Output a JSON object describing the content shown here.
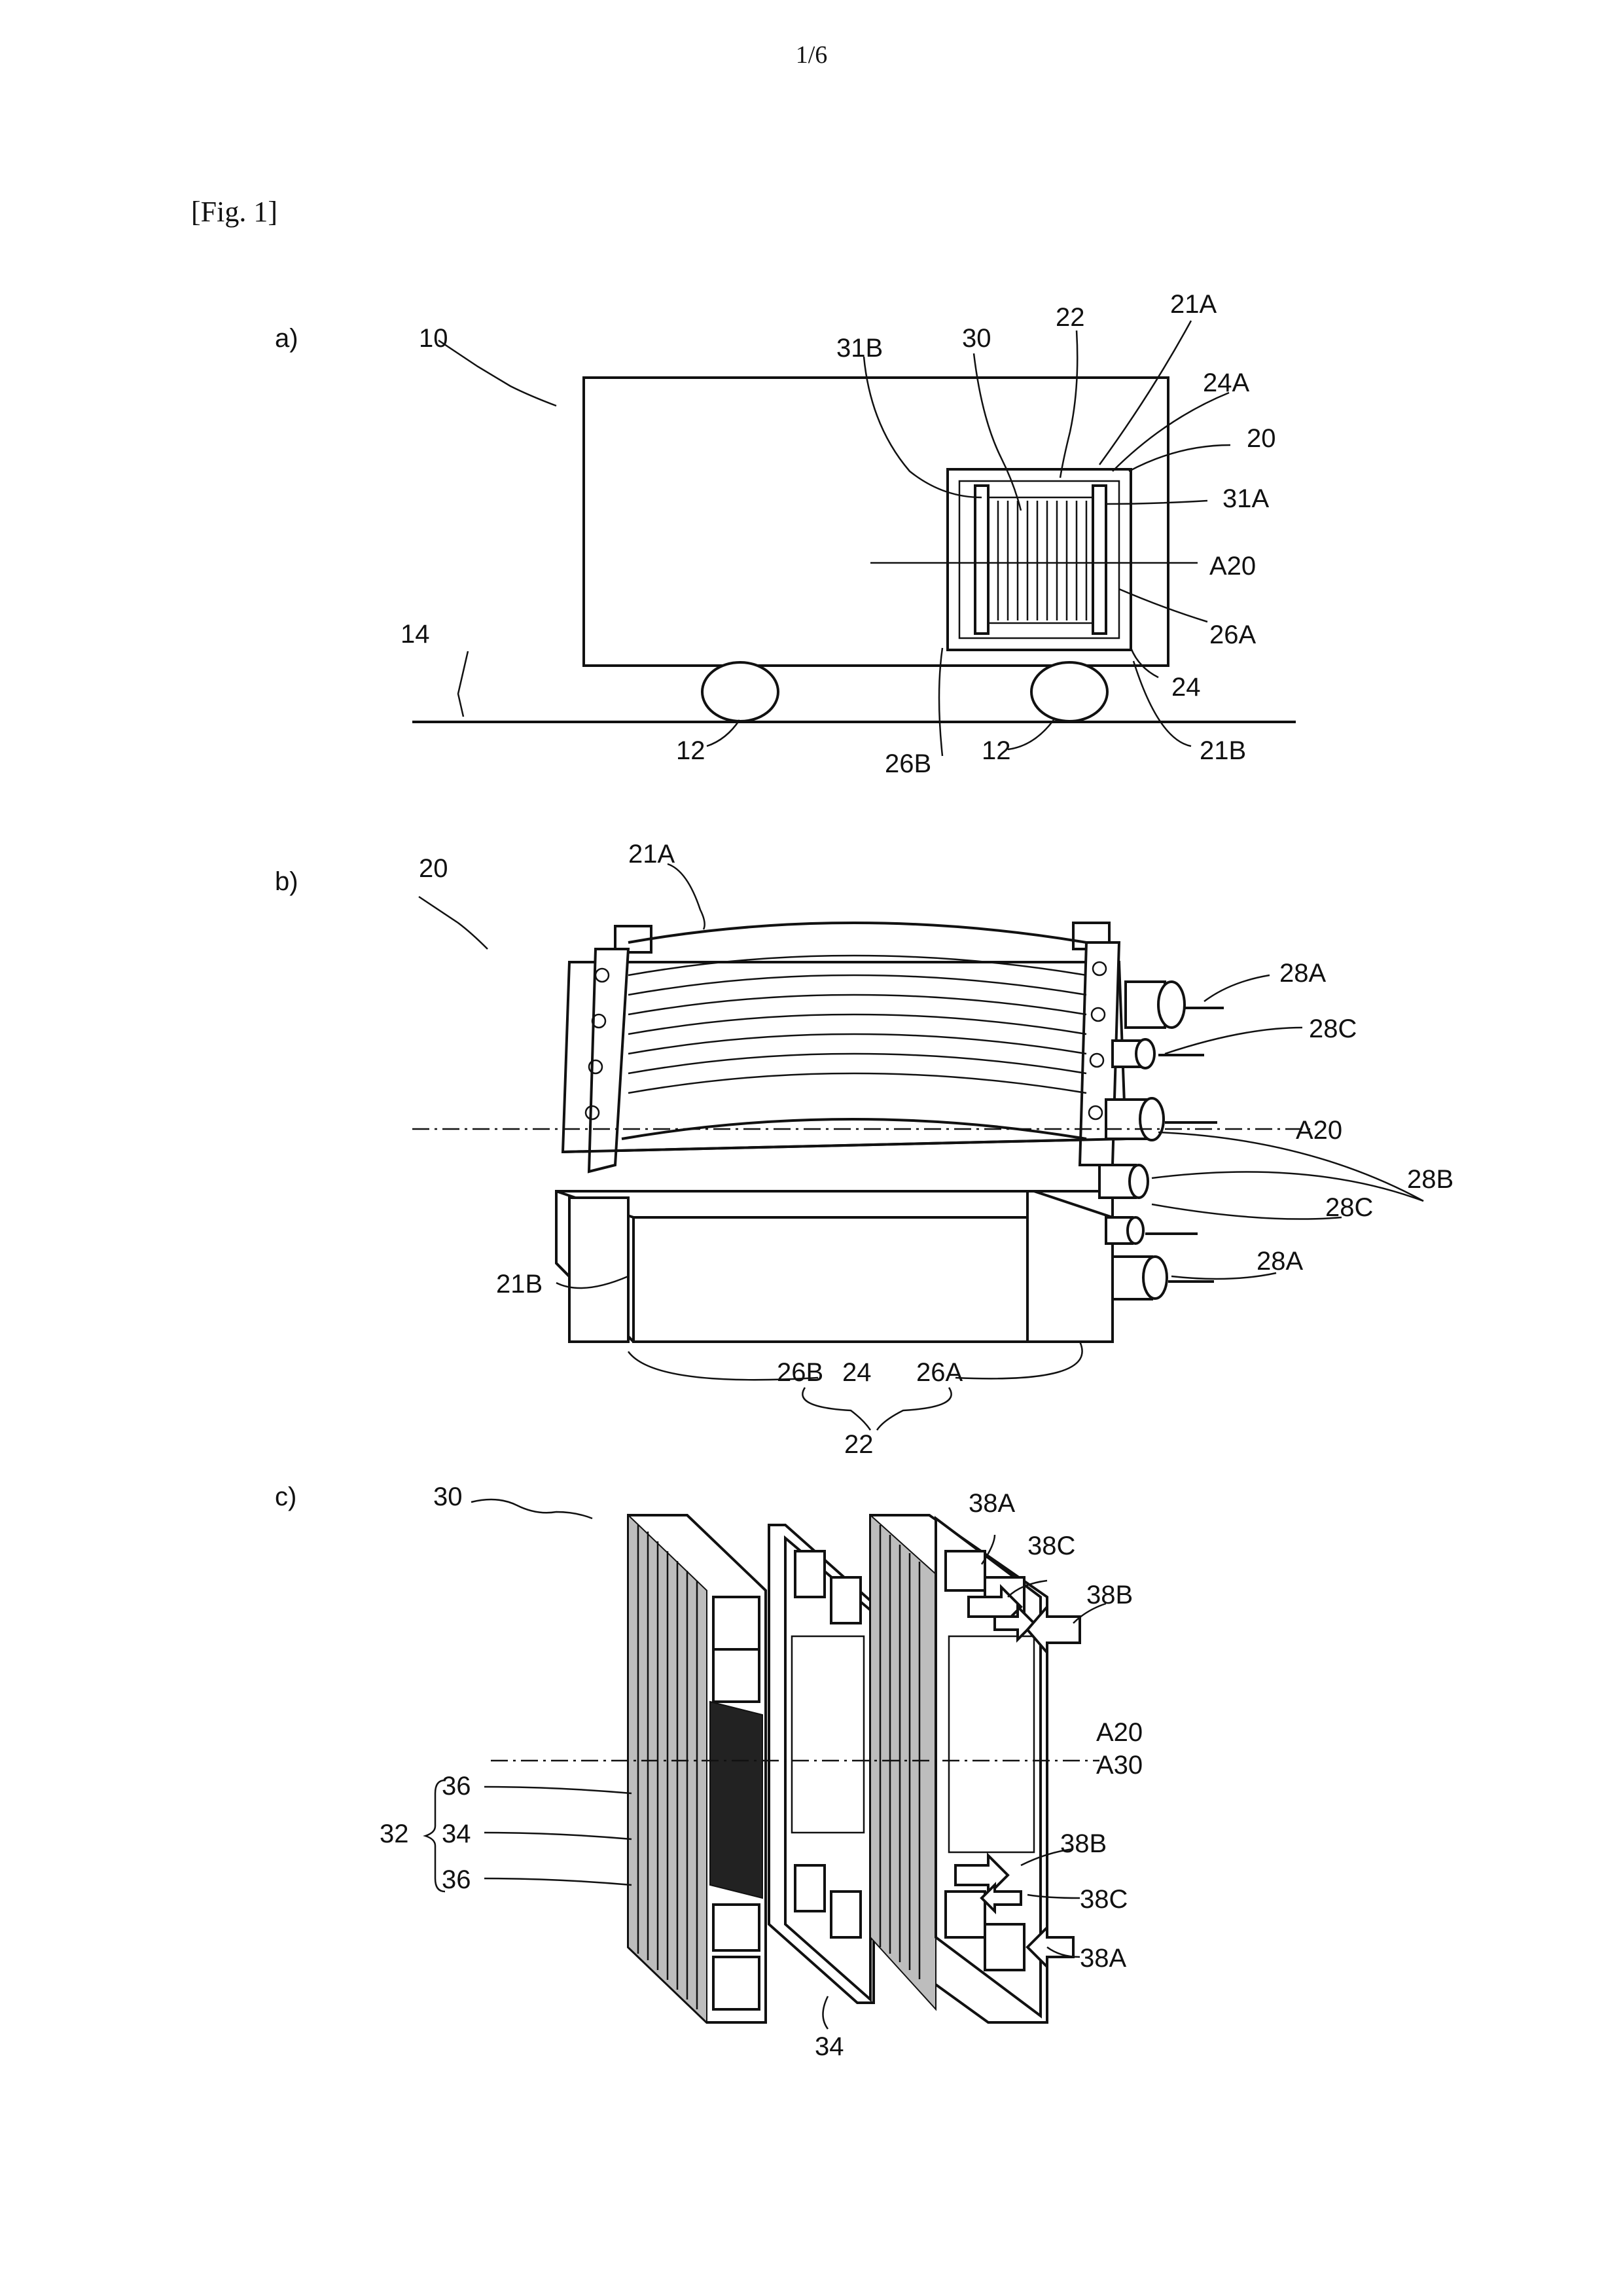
{
  "page": {
    "number": "1/6",
    "figure": "[Fig. 1]"
  },
  "panels": {
    "a": {
      "label": "a)",
      "refs": {
        "r10": "10",
        "r14": "14",
        "r12a": "12",
        "r12b": "12",
        "r31B": "31B",
        "r30": "30",
        "r22": "22",
        "r21A": "21A",
        "r24A": "24A",
        "r20": "20",
        "r31A": "31A",
        "rA20": "A20",
        "r26A": "26A",
        "r24": "24",
        "r21B": "21B",
        "r26B": "26B"
      }
    },
    "b": {
      "label": "b)",
      "refs": {
        "r20": "20",
        "r21A": "21A",
        "r28A_top": "28A",
        "r28C_top": "28C",
        "rA20": "A20",
        "r28B": "28B",
        "r28C_bot": "28C",
        "r28A_bot": "28A",
        "r21B": "21B",
        "r26B": "26B",
        "r24": "24",
        "r26A": "26A",
        "r22": "22"
      }
    },
    "c": {
      "label": "c)",
      "refs": {
        "r30": "30",
        "r38A_top": "38A",
        "r38C_top": "38C",
        "r38B_top": "38B",
        "rA20": "A20",
        "rA30": "A30",
        "r36_top": "36",
        "r32": "32",
        "r34_side": "34",
        "r36_bot": "36",
        "r38B_bot": "38B",
        "r38C_bot": "38C",
        "r38A_bot": "38A",
        "r34_bot": "34"
      }
    }
  }
}
